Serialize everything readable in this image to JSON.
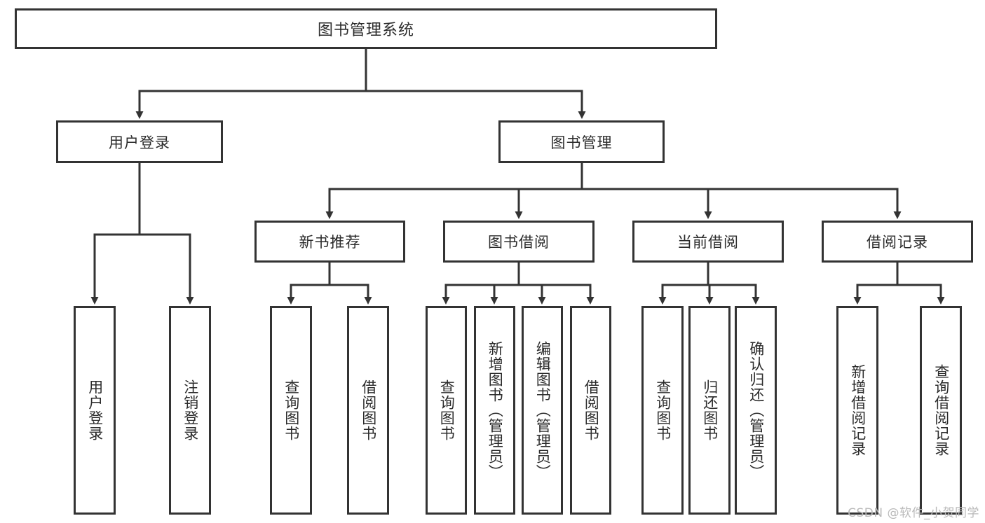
{
  "diagram": {
    "type": "tree",
    "title": "图书管理系统",
    "colors": {
      "stroke": "#333333",
      "fill": "#ffffff",
      "text": "#2b2b2b",
      "watermark": "#b9b9b9"
    },
    "root": {
      "label": "图书管理系统"
    },
    "level2": [
      {
        "label": "用户登录"
      },
      {
        "label": "图书管理"
      }
    ],
    "level3": [
      {
        "label": "新书推荐"
      },
      {
        "label": "图书借阅"
      },
      {
        "label": "当前借阅"
      },
      {
        "label": "借阅记录"
      }
    ],
    "leaves": {
      "user_login": [
        {
          "label": "用户登录"
        },
        {
          "label": "注销登录"
        }
      ],
      "new_book_recommend": [
        {
          "label": "查询图书"
        },
        {
          "label": "借阅图书"
        }
      ],
      "book_borrow": [
        {
          "label": "查询图书"
        },
        {
          "label": "新增图书（管理员）"
        },
        {
          "label": "编辑图书（管理员）"
        },
        {
          "label": "借阅图书"
        }
      ],
      "current_borrow": [
        {
          "label": "查询图书"
        },
        {
          "label": "归还图书"
        },
        {
          "label": "确认归还（管理员）"
        }
      ],
      "borrow_record": [
        {
          "label": "新增借阅记录"
        },
        {
          "label": "查询借阅记录"
        }
      ]
    },
    "watermark": "CSDN @软件_小贺同学"
  }
}
